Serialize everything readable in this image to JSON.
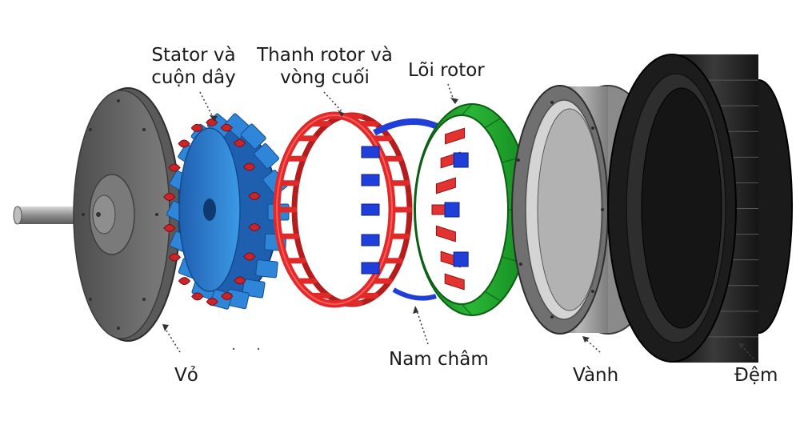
{
  "labels": {
    "stator": {
      "line1": "Stator và",
      "line2": "cuộn dây"
    },
    "rotor_bars": {
      "line1": "Thanh rotor và",
      "line2": "vòng cuối"
    },
    "rotor_core": "Lõi rotor",
    "housing": "Vỏ",
    "magnets": "Nam châm",
    "rim": "Vành",
    "cushion": "Đệm"
  },
  "colors": {
    "housing": "#6e6e6e",
    "stator": "#2f86d8",
    "winding": "#c8242a",
    "rotor_cage": "#e02a2a",
    "magnet_blue": "#1f3fd8",
    "rotor_core": "#1f9d2a",
    "rim": "#9a9a9a",
    "cushion": "#1e1e1e"
  }
}
